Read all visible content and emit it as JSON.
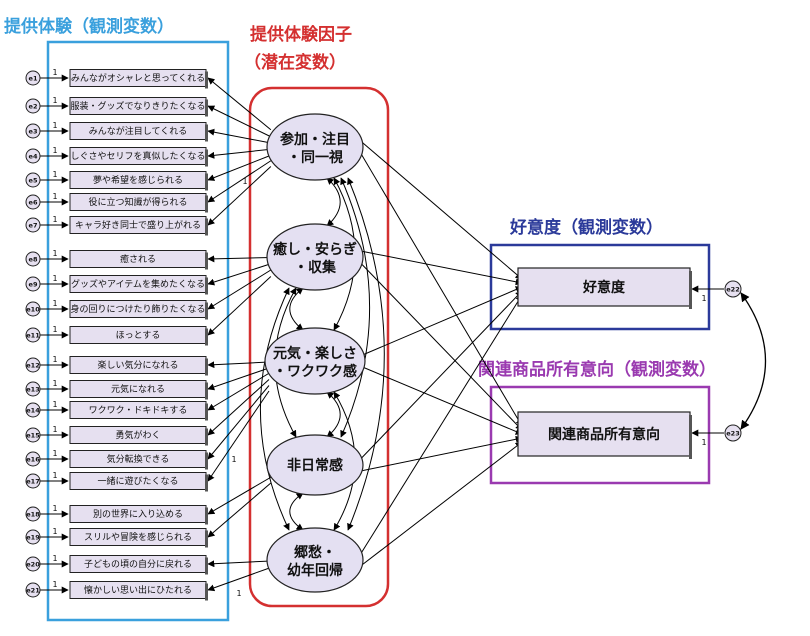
{
  "groups": {
    "observed": "提供体験（観測変数）",
    "latent_line1": "提供体験因子",
    "latent_line2": "（潜在変数）",
    "favor": "好意度（観測変数）",
    "purchase": "関連商品所有意向（観測変数）"
  },
  "colors": {
    "observed_frame": "#3aa0dd",
    "latent_frame": "#d43030",
    "favor_frame": "#2b3a9a",
    "purchase_frame": "#9a3ab0",
    "box_fill": "#e6e0f0",
    "ellipse_fill": "#e4e0f2"
  },
  "items": [
    {
      "err": "e1",
      "label": "みんながオシャレと思ってくれる"
    },
    {
      "err": "e2",
      "label": "服装・グッズでなりきりたくなる"
    },
    {
      "err": "e3",
      "label": "みんなが注目してくれる"
    },
    {
      "err": "e4",
      "label": "しぐさやセリフを真似したくなる"
    },
    {
      "err": "e5",
      "label": "夢や希望を感じられる"
    },
    {
      "err": "e6",
      "label": "役に立つ知識が得られる"
    },
    {
      "err": "e7",
      "label": "キャラ好き同士で盛り上がれる"
    },
    {
      "err": "e8",
      "label": "癒される"
    },
    {
      "err": "e9",
      "label": "グッズやアイテムを集めたくなる"
    },
    {
      "err": "e10",
      "label": "身の回りにつけたり飾りたくなる"
    },
    {
      "err": "e11",
      "label": "ほっとする"
    },
    {
      "err": "e12",
      "label": "楽しい気分になれる"
    },
    {
      "err": "e13",
      "label": "元気になれる"
    },
    {
      "err": "e14",
      "label": "ワクワク・ドキドキする"
    },
    {
      "err": "e15",
      "label": "勇気がわく"
    },
    {
      "err": "e16",
      "label": "気分転換できる"
    },
    {
      "err": "e17",
      "label": "一緒に遊びたくなる"
    },
    {
      "err": "e18",
      "label": "別の世界に入り込める"
    },
    {
      "err": "e19",
      "label": "スリルや冒険を感じられる"
    },
    {
      "err": "e20",
      "label": "子どもの頃の自分に戻れる"
    },
    {
      "err": "e21",
      "label": "懐かしい思い出にひたれる"
    }
  ],
  "factors": [
    {
      "line1": "参加・注目",
      "line2": "・同一視"
    },
    {
      "line1": "癒し・安らぎ",
      "line2": "・収集"
    },
    {
      "line1": "元気・楽しさ",
      "line2": "・ワクワク感"
    },
    {
      "line1": "非日常感",
      "line2": ""
    },
    {
      "line1": "郷愁・",
      "line2": "幼年回帰"
    }
  ],
  "outcomes": [
    {
      "label": "好意度",
      "err": "e22"
    },
    {
      "label": "関連商品所有意向",
      "err": "e23"
    }
  ],
  "path_label": "1"
}
